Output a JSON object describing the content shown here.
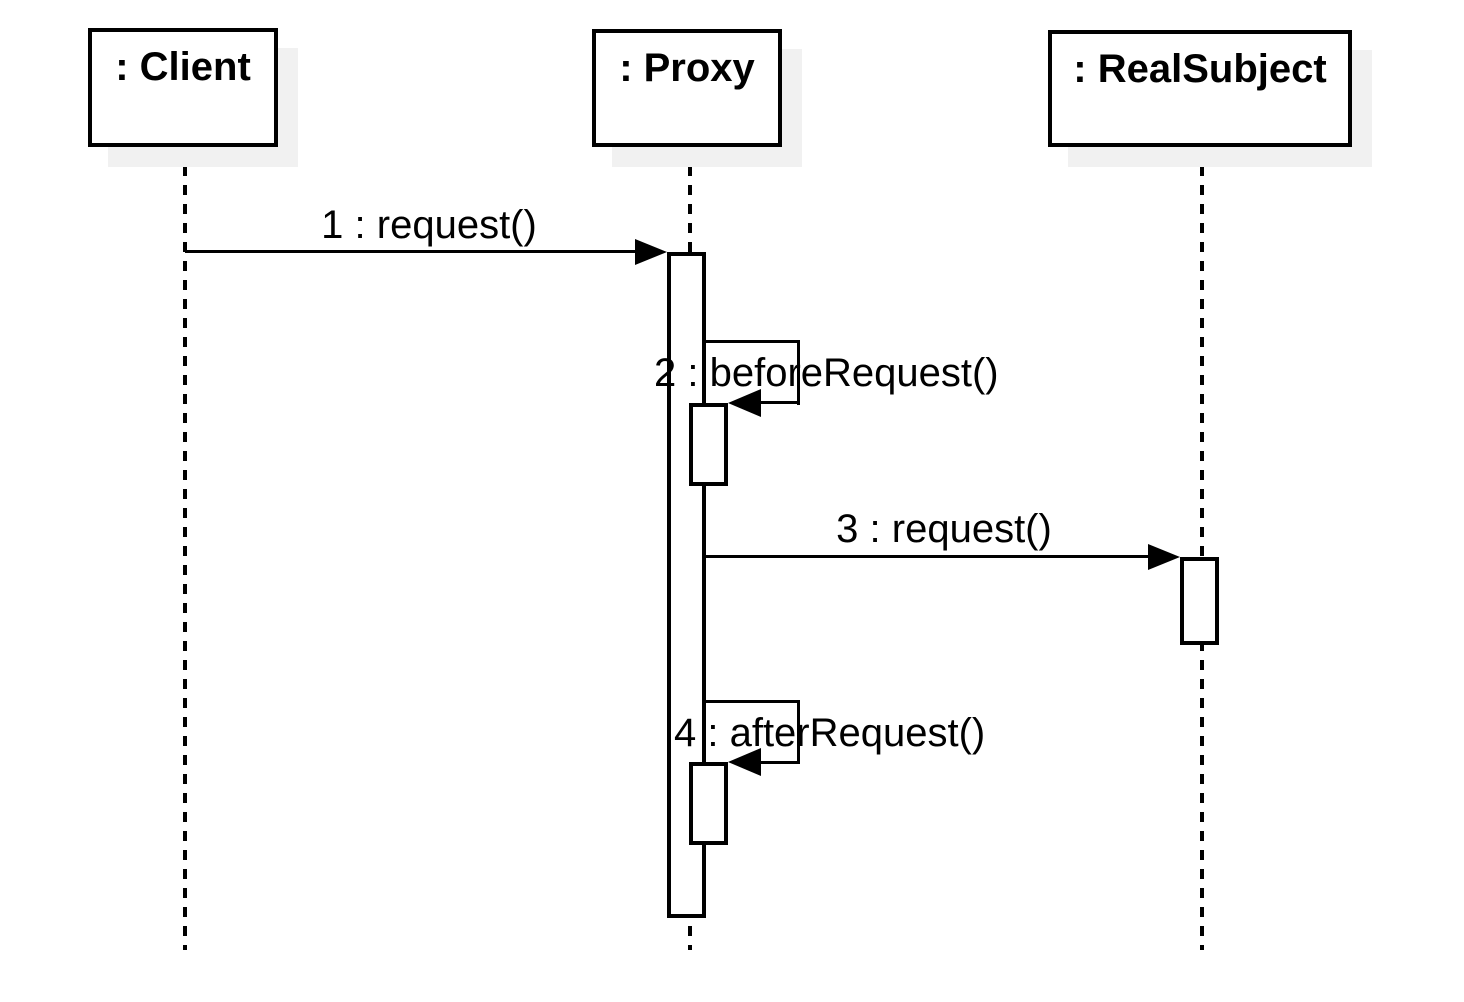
{
  "diagram": {
    "type": "uml-sequence",
    "background_color": "#ffffff",
    "stroke_color": "#000000",
    "fill_color": "#ffffff",
    "shadow_color": "#f1f1f1",
    "participants": [
      {
        "label": ": Client"
      },
      {
        "label": ": Proxy"
      },
      {
        "label": ": RealSubject"
      }
    ],
    "messages": [
      {
        "label": "1 : request()",
        "from": ": Client",
        "to": ": Proxy",
        "kind": "synchronous-call"
      },
      {
        "label": "2 : beforeRequest()",
        "from": ": Proxy",
        "to": ": Proxy",
        "kind": "self-call"
      },
      {
        "label": "3 : request()",
        "from": ": Proxy",
        "to": ": RealSubject",
        "kind": "synchronous-call"
      },
      {
        "label": "4 : afterRequest()",
        "from": ": Proxy",
        "to": ": Proxy",
        "kind": "self-call"
      }
    ]
  }
}
